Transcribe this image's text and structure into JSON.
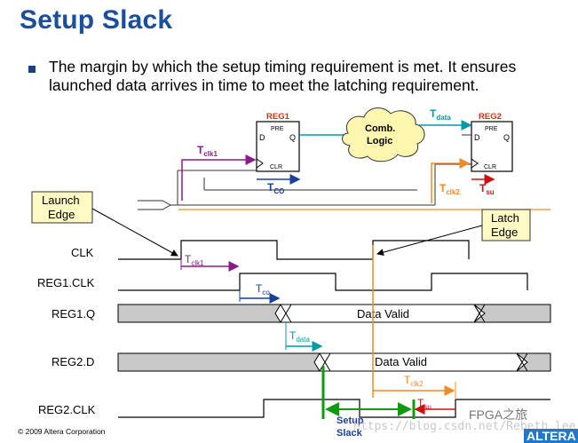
{
  "slide": {
    "title": "Setup Slack",
    "bullet": "The margin by which the setup timing requirement is met.  It ensures launched data arrives in time to meet the latching requirement.",
    "copyright": "© 2009 Altera Corporation"
  },
  "schematic": {
    "reg1": {
      "name": "REG1",
      "d": "D",
      "q": "Q",
      "pre": "PRE",
      "clr": "CLR"
    },
    "reg2": {
      "name": "REG2",
      "d": "D",
      "q": "Q",
      "pre": "PRE",
      "clr": "CLR"
    },
    "comb_logic": [
      "Comb.",
      "Logic"
    ],
    "t_data": {
      "main": "T",
      "sub": "data"
    },
    "t_clk1": {
      "main": "T",
      "sub": "clk1"
    },
    "t_co": {
      "main": "T",
      "sub": "CO"
    },
    "t_clk2": {
      "main": "T",
      "sub": "clk2"
    },
    "t_su": {
      "main": "T",
      "sub": "su"
    }
  },
  "callouts": {
    "launch_edge": [
      "Launch",
      "Edge"
    ],
    "latch_edge": [
      "Latch",
      "Edge"
    ]
  },
  "waveforms": {
    "signals": [
      "CLK",
      "REG1.CLK",
      "REG1.Q",
      "REG2.D",
      "REG2.CLK"
    ],
    "reg1q_label": "Data Valid",
    "reg2d_label": "Data Valid"
  },
  "timing": {
    "t_clk1": {
      "main": "T",
      "sub": "clk1"
    },
    "t_co": {
      "main": "T",
      "sub": "co"
    },
    "t_data": {
      "main": "T",
      "sub": "data"
    },
    "t_clk2": {
      "main": "T",
      "sub": "clk2"
    },
    "t_su": {
      "main": "T",
      "sub": "su"
    },
    "setup_slack": [
      "Setup",
      "Slack"
    ]
  },
  "watermark": {
    "url": "https://blog.csdn.net/Rebeth_lee",
    "brand": "FPGA之旅",
    "logo": "ALTERA"
  },
  "colors": {
    "title": "#1a4f9c",
    "clk1_path": "#8b1a8b",
    "co_path": "#1a3f9c",
    "data_path": "#009aa6",
    "clk2_path": "#f08a24",
    "su_path": "#cc1111",
    "slack": "#109a10",
    "reg_label": "#cc3311"
  }
}
